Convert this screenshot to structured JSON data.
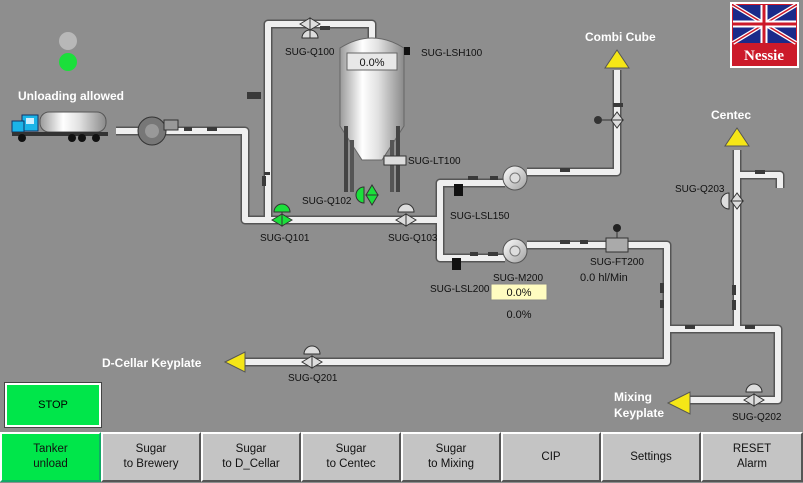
{
  "status": {
    "unloading_label": "Unloading allowed"
  },
  "logo": {
    "text": "Nessie"
  },
  "destinations": {
    "combi_cube": "Combi Cube",
    "centec": "Centec",
    "d_cellar": "D-Cellar Keyplate",
    "mixing_line1": "Mixing",
    "mixing_line2": "Keyplate"
  },
  "tags": {
    "q100": "SUG-Q100",
    "lsh100": "SUG-LSH100",
    "lt100": "SUG-LT100",
    "q101": "SUG-Q101",
    "q102": "SUG-Q102",
    "q103": "SUG-Q103",
    "lsl150": "SUG-LSL150",
    "m200": "SUG-M200",
    "lsl200": "SUG-LSL200",
    "ft200": "SUG-FT200",
    "q203": "SUG-Q203",
    "q201": "SUG-Q201",
    "q202": "SUG-Q202"
  },
  "values": {
    "tank_level": "0.0%",
    "pump_speed": "0.0%",
    "pump_output": "0.0%",
    "flow": "0.0 hl/Min"
  },
  "controls": {
    "stop": "STOP"
  },
  "nav": [
    {
      "label": "Tanker\nunload",
      "active": true
    },
    {
      "label": "Sugar\nto Brewery",
      "active": false
    },
    {
      "label": "Sugar\nto D_Cellar",
      "active": false
    },
    {
      "label": "Sugar\nto Centec",
      "active": false
    },
    {
      "label": "Sugar\nto Mixing",
      "active": false
    },
    {
      "label": "CIP",
      "active": false
    },
    {
      "label": "Settings",
      "active": false
    },
    {
      "label": "RESET\nAlarm",
      "active": false
    }
  ],
  "colors": {
    "active_green": "#00e64a",
    "pipe": "#f0f0f0",
    "arrow_yellow": "#f5e617",
    "background": "#8e8e8e"
  }
}
